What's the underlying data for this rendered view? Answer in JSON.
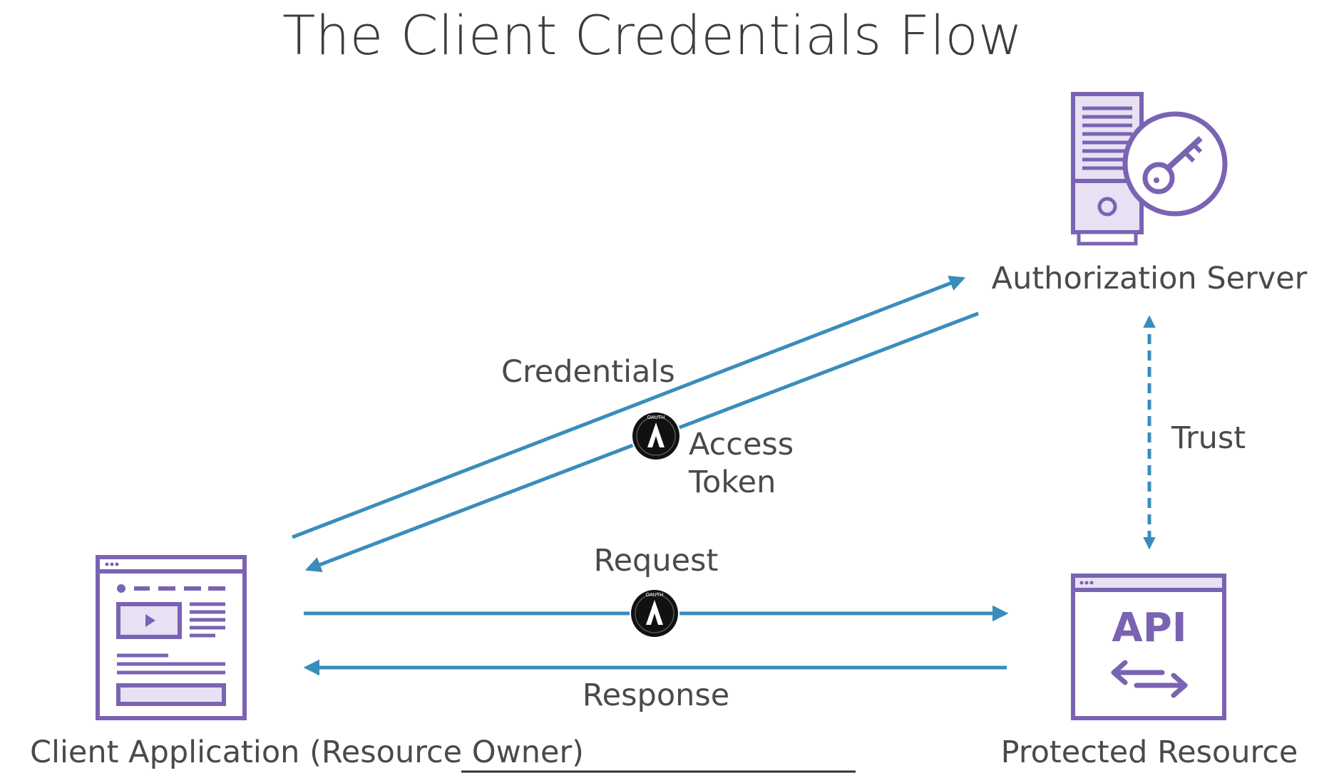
{
  "title": "The Client Credentials Flow",
  "nodes": {
    "authorization_server": "Authorization Server",
    "client_application": "Client Application (Resource Owner)",
    "protected_resource": "Protected Resource"
  },
  "edges": {
    "credentials": "Credentials",
    "access_token_line1": "Access",
    "access_token_line2": "Token",
    "trust": "Trust",
    "request": "Request",
    "response": "Response"
  },
  "icons": {
    "api_label": "API",
    "oauth_badge_text": "OAUTH"
  },
  "colors": {
    "arrow": "#3a8dbb",
    "icon": "#7a63b3",
    "icon_fill": "#e7e1f3",
    "text": "#4a4a4a",
    "badge": "#111111"
  }
}
